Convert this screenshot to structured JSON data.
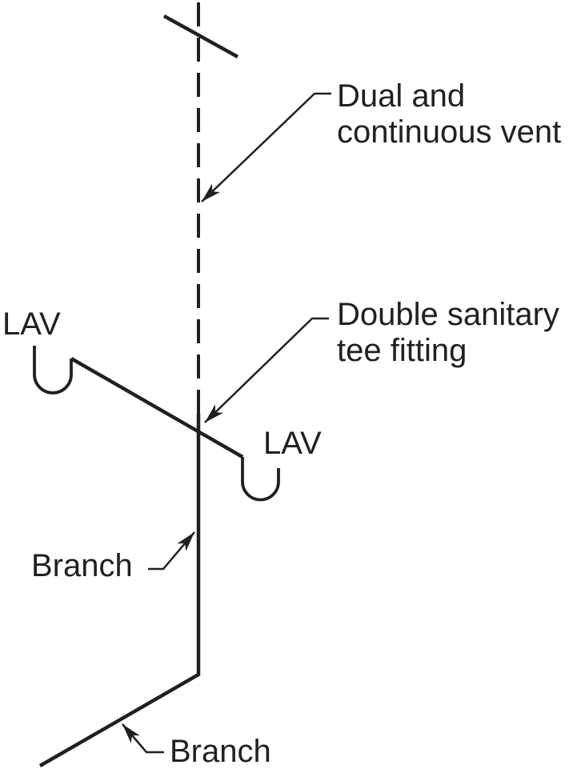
{
  "diagram": {
    "background_color": "#ffffff",
    "line_color": "#231f20",
    "labels": {
      "vent": {
        "line1": "Dual and",
        "line2": "continuous vent"
      },
      "tee": {
        "line1": "Double sanitary",
        "line2": "tee fitting"
      },
      "lav_left": "LAV",
      "lav_right": "LAV",
      "branch_left": "Branch",
      "branch_bottom": "Branch"
    }
  }
}
